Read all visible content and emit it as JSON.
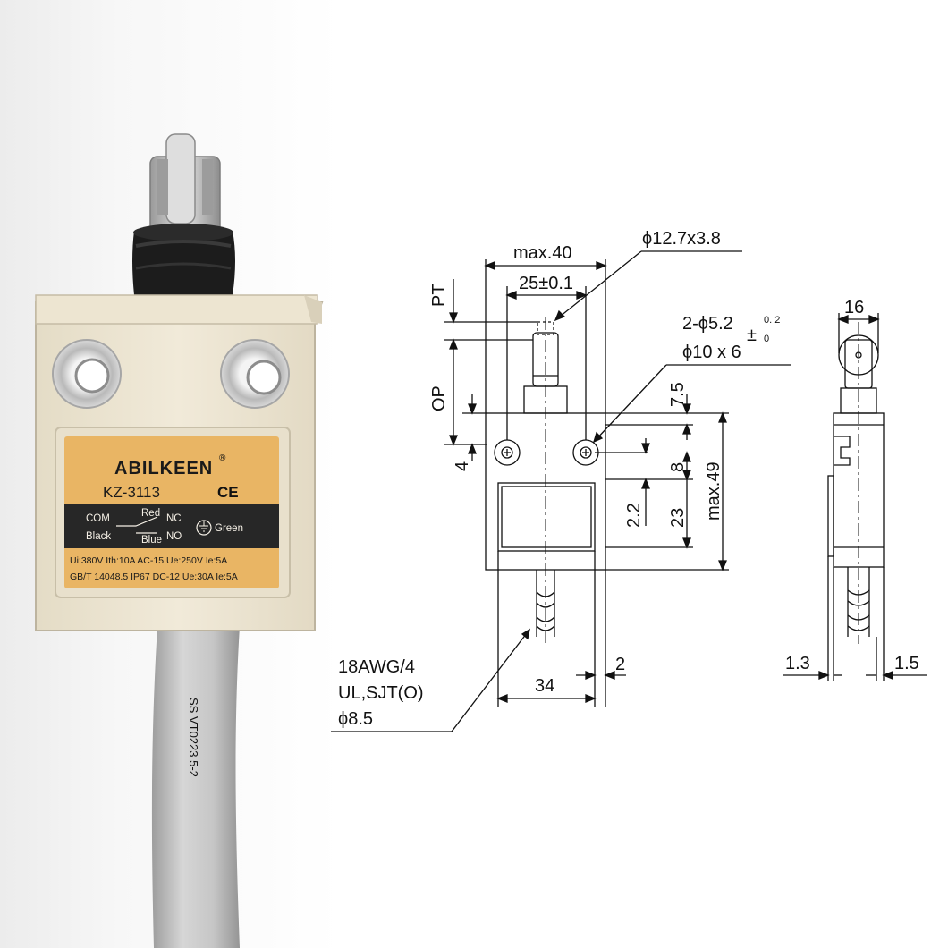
{
  "product": {
    "brand": "ABILKEEN",
    "registered_mark": "®",
    "model": "KZ-3113",
    "ce_mark": "CE",
    "wiring": {
      "com": "COM",
      "black": "Black",
      "red": "Red",
      "nc": "NC",
      "blue": "Blue",
      "no": "NO",
      "green": "Green"
    },
    "specs_line1": "Ui:380V Ith:10A   AC-15  Ue:250V  Ie:5A",
    "specs_line2": "GB/T 14048.5  IP67 DC-12 Ue:30A  Ie:5A",
    "cable_print": "SS VT0223 5-2",
    "colors": {
      "housing": "#efe8d6",
      "label": "#e9b564",
      "label_band": "#272727",
      "seal": "#1c1c1c",
      "roller": "#cfcfcf",
      "cable": "#c9c9c9"
    }
  },
  "drawing": {
    "front": {
      "max40": "max.40",
      "tol25": "25±0.1",
      "roller_dim": "ϕ12.7x3.8",
      "pt": "PT",
      "op": "OP",
      "hole_dim": "2-ϕ5.2",
      "hole_tol_upper": "0. 2",
      "hole_tol_lower": "0",
      "hole_tol_sign": "±",
      "boss_dim": "ϕ10 x 6",
      "d7_5": "7.5",
      "d4": "4",
      "d8": "8",
      "d2_2": "2.2",
      "d23": "23",
      "max49": "max.49",
      "cable_awg": "18AWG/4",
      "cable_type": "UL,SJT(O)",
      "cable_dia": "ϕ8.5",
      "d34": "34",
      "d2": "2"
    },
    "side": {
      "d16": "16",
      "d1_3": "1.3",
      "d1_5": "1.5"
    }
  }
}
